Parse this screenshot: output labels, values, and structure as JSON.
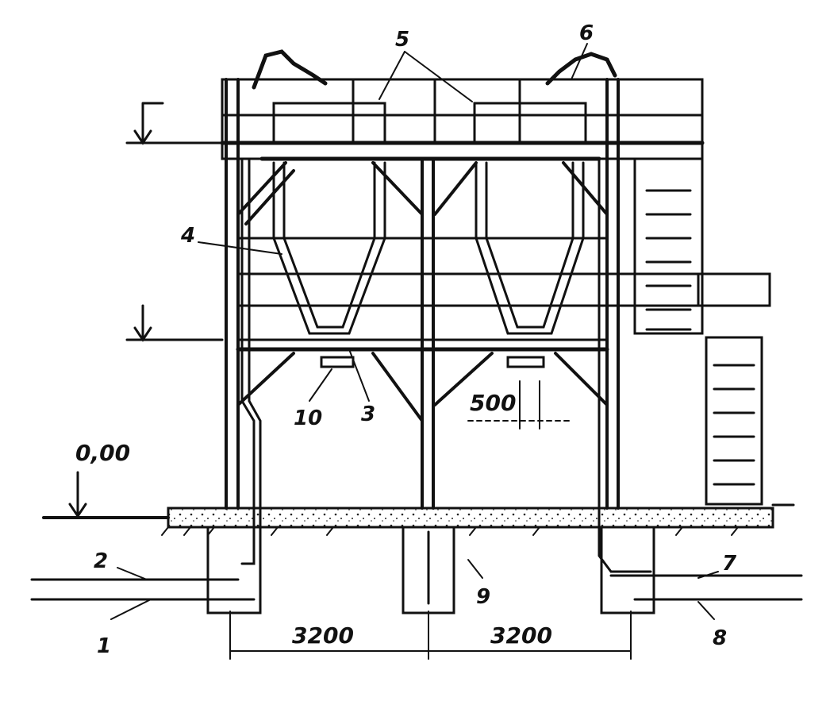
{
  "labels": {
    "l1": "1",
    "l2": "2",
    "l3": "3",
    "l4": "4",
    "l5": "5",
    "l6": "6",
    "l7": "7",
    "l8": "8",
    "l9": "9",
    "l10": "10"
  },
  "dimensions": {
    "span_left": "3200",
    "span_right": "3200",
    "gap": "500",
    "ground_level": "0,00"
  },
  "colors": {
    "ink": "#111111",
    "paper": "#ffffff"
  }
}
